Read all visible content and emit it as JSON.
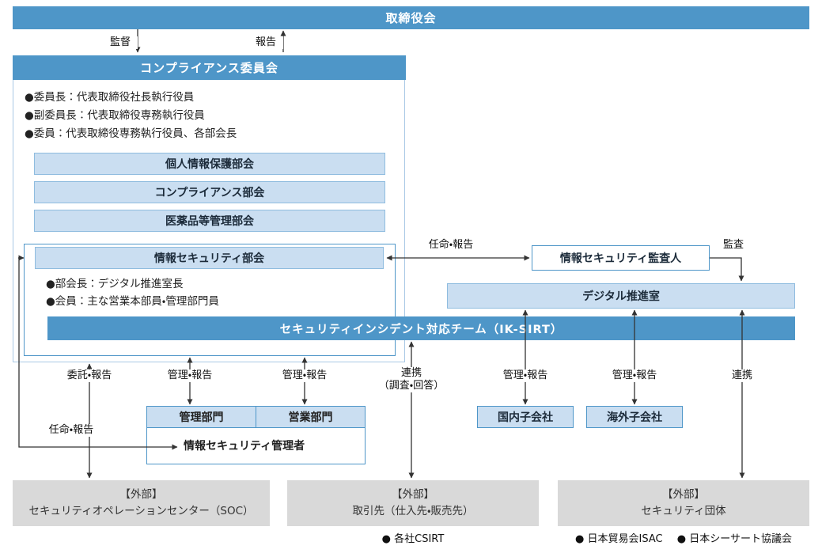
{
  "colors": {
    "header_blue": "#4e96c8",
    "light_blue": "#cadef1",
    "light_border": "#8fbcdf",
    "panel_border": "#a9c9e5",
    "external_gray": "#d9d9d9",
    "arrow": "#333333"
  },
  "board": {
    "label": "取締役会"
  },
  "compliance": {
    "title": "コンプライアンス委員会",
    "bullets": [
      "●委員長：代表取締役社長執行役員",
      "●副委員長：代表取締役専務執行役員",
      "●委員：代表取締役専務執行役員、各部会長"
    ],
    "subcommittees": [
      "個人情報保護部会",
      "コンプライアンス部会",
      "医薬品等管理部会"
    ]
  },
  "security_subcommittee": {
    "title": "情報セキュリティ部会",
    "bullets": [
      "●部会長：デジタル推進室長",
      "●会員：主な営業本部員・管理部門員"
    ]
  },
  "iksirt": {
    "label": "セキュリティインシデント対応チーム（IK-SIRT）"
  },
  "auditor": {
    "label": "情報セキュリティ監査人"
  },
  "digital_office": {
    "label": "デジタル推進室"
  },
  "departments": {
    "admin": "管理部門",
    "sales": "営業部門",
    "security_manager": "情報セキュリティ管理者"
  },
  "subsidiaries": {
    "domestic": "国内子会社",
    "overseas": "海外子会社"
  },
  "external": {
    "soc": {
      "line1": "【外部】",
      "line2": "セキュリティオペレーションセンター（SOC）"
    },
    "partners": {
      "line1": "【外部】",
      "line2": "取引先（仕入先・販売先）"
    },
    "groups": {
      "line1": "【外部】",
      "line2": "セキュリティ団体"
    }
  },
  "footnotes": {
    "partners": "● 各社CSIRT",
    "groups_1": "● 日本貿易会ISAC",
    "groups_2": "● 日本シーサート協議会"
  },
  "edge_labels": {
    "supervise": "監督",
    "report": "報告",
    "appoint_report": "任命・報告",
    "audit": "監査",
    "entrust_report": "委託・報告",
    "manage_report": "管理・報告",
    "cooperate": "連携",
    "cooperate_note": "（調査・回答）"
  }
}
